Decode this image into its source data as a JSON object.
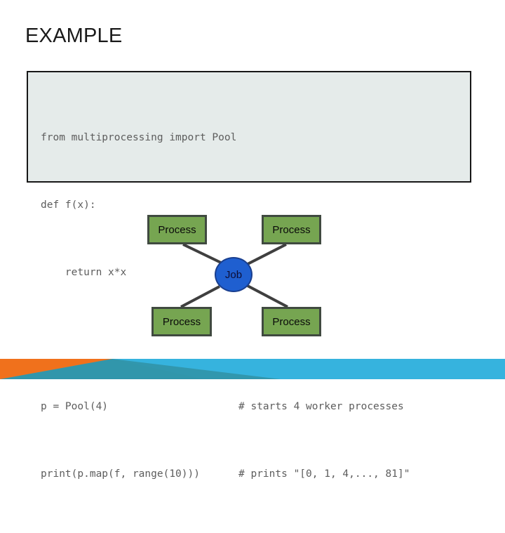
{
  "slide": {
    "title": "EXAMPLE"
  },
  "code_block": {
    "language": "python",
    "background_color": "#e5ebea",
    "border_color": "#171717",
    "text_color": "#5d5d5d",
    "lines": [
      {
        "code": "from multiprocessing import Pool",
        "comment": ""
      },
      {
        "code": "def f(x):",
        "comment": ""
      },
      {
        "code": "    return x*x",
        "comment": ""
      },
      {
        "code": "",
        "comment": ""
      },
      {
        "code": "p = Pool(4)",
        "comment": "# starts 4 worker processes"
      },
      {
        "code": "print(p.map(f, range(10)))",
        "comment": "# prints \"[0, 1, 4,..., 81]\""
      }
    ]
  },
  "diagram": {
    "type": "node-link",
    "center_node": {
      "label": "Job",
      "shape": "ellipse",
      "fill_color": "#1f5fd0",
      "border_color": "#1a3f8f",
      "text_color": "#0d0d35"
    },
    "process_nodes": [
      {
        "id": "top-left",
        "label": "Process"
      },
      {
        "id": "top-right",
        "label": "Process"
      },
      {
        "id": "bottom-left",
        "label": "Process"
      },
      {
        "id": "bottom-right",
        "label": "Process"
      }
    ],
    "node_style": {
      "fill_color": "#76a551",
      "border_color": "#404a40",
      "text_color": "#0a0a0a"
    },
    "edge_color": "#3f3f3f",
    "edge_count": 4
  },
  "footer": {
    "orange_color": "#f0711c",
    "teal_color": "#3296ab",
    "blue_color": "#36b3de"
  }
}
